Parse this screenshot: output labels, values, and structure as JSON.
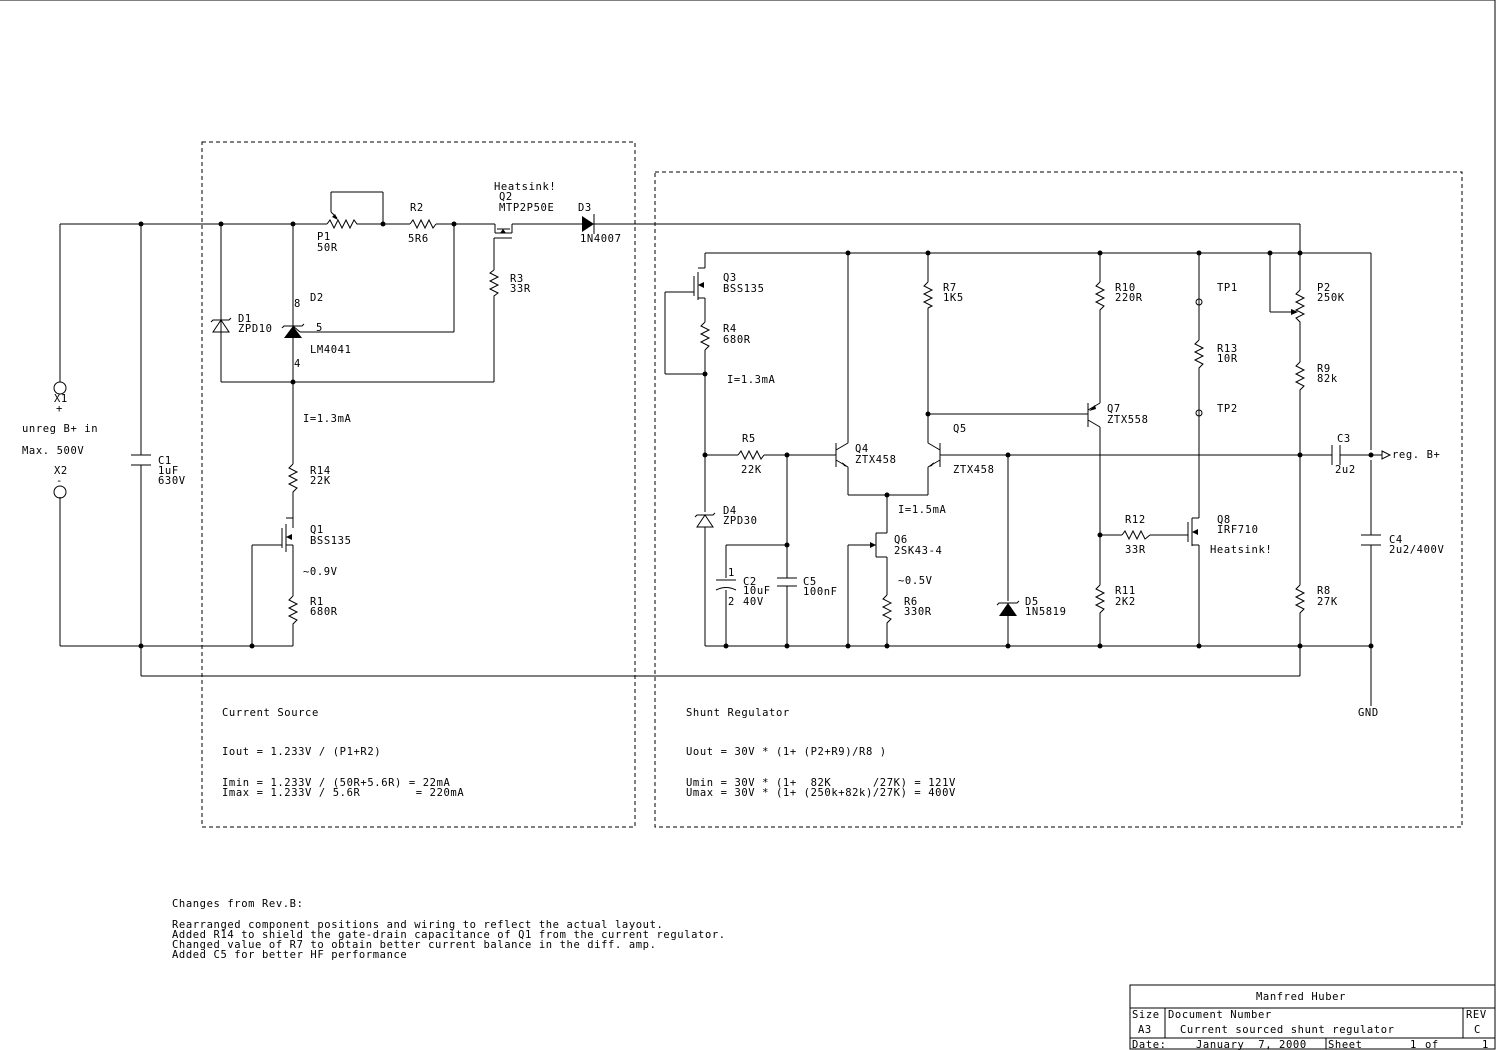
{
  "components": {
    "X1": {
      "ref": "X1",
      "pol": "+"
    },
    "X2": {
      "ref": "X2",
      "pol": "-"
    },
    "input_label": "unreg B+ in",
    "input_max": "Max. 500V",
    "C1": {
      "ref": "C1",
      "value": "1uF",
      "rating": "630V"
    },
    "D1": {
      "ref": "D1",
      "value": "ZPD10"
    },
    "P1": {
      "ref": "P1",
      "value": "50R"
    },
    "R2": {
      "ref": "R2",
      "value": "5R6"
    },
    "D2": {
      "ref": "D2",
      "value": "LM4041",
      "pin8": "8",
      "pin5": "5",
      "pin4": "4"
    },
    "heatsink_q2": "Heatsink!",
    "Q2": {
      "ref": "Q2",
      "value": "MTP2P50E"
    },
    "D3": {
      "ref": "D3",
      "value": "1N4007"
    },
    "R3": {
      "ref": "R3",
      "value": "33R"
    },
    "I_cs": "I=1.3mA",
    "R14": {
      "ref": "R14",
      "value": "22K"
    },
    "Q1": {
      "ref": "Q1",
      "value": "BSS135"
    },
    "v_q1": "~0.9V",
    "R1": {
      "ref": "R1",
      "value": "680R"
    },
    "Q3": {
      "ref": "Q3",
      "value": "BSS135"
    },
    "R4": {
      "ref": "R4",
      "value": "680R"
    },
    "I_sr": "I=1.3mA",
    "R5": {
      "ref": "R5",
      "value": "22K"
    },
    "D4": {
      "ref": "D4",
      "value": "ZPD30"
    },
    "C2": {
      "ref": "C2",
      "value": "10uF",
      "rating": "40V",
      "pin1": "1",
      "pin2": "2"
    },
    "C5": {
      "ref": "C5",
      "value": "100nF"
    },
    "R7": {
      "ref": "R7",
      "value": "1K5"
    },
    "Q4": {
      "ref": "Q4",
      "value": "ZTX458"
    },
    "Q5": {
      "ref": "Q5",
      "value": "ZTX458"
    },
    "I_diff": "I=1.5mA",
    "Q6": {
      "ref": "Q6",
      "value": "2SK43-4"
    },
    "v_q6": "~0.5V",
    "R6": {
      "ref": "R6",
      "value": "330R"
    },
    "D5": {
      "ref": "D5",
      "value": "1N5819"
    },
    "R10": {
      "ref": "R10",
      "value": "220R"
    },
    "Q7": {
      "ref": "Q7",
      "value": "ZTX558"
    },
    "R12": {
      "ref": "R12",
      "value": "33R"
    },
    "R11": {
      "ref": "R11",
      "value": "2K2"
    },
    "TP1": "TP1",
    "TP2": "TP2",
    "R13": {
      "ref": "R13",
      "value": "10R"
    },
    "Q8": {
      "ref": "Q8",
      "value": "IRF710"
    },
    "heatsink_q8": "Heatsink!",
    "P2": {
      "ref": "P2",
      "value": "250K"
    },
    "R9": {
      "ref": "R9",
      "value": "82k"
    },
    "R8": {
      "ref": "R8",
      "value": "27K"
    },
    "C3": {
      "ref": "C3",
      "value": "2u2"
    },
    "C4": {
      "ref": "C4",
      "value": "2u2/400V"
    },
    "output_label": "reg. B+",
    "gnd_label": "GND"
  },
  "notes": {
    "current_source": {
      "title": "Current Source",
      "iout": "Iout = 1.233V / (P1+R2)",
      "imin": "Imin = 1.233V / (50R+5.6R) = 22mA",
      "imax": "Imax = 1.233V / 5.6R        = 220mA"
    },
    "shunt_regulator": {
      "title": "Shunt Regulator",
      "uout": "Uout = 30V * (1+ (P2+R9)/R8 )",
      "umin": "Umin = 30V * (1+  82K      /27K) = 121V",
      "umax": "Umax = 30V * (1+ (250k+82k)/27K) = 400V"
    },
    "changes": {
      "title": "Changes from Rev.B:",
      "lines": [
        "Rearranged component positions and wiring to reflect the actual layout.",
        "Added R14 to shield the gate-drain capacitance of Q1 from the current regulator.",
        "Changed value of R7 to obtain better current balance in the diff. amp.",
        "Added C5 for better HF performance"
      ]
    }
  },
  "title_block": {
    "author": "Manfred Huber",
    "size_label": "Size",
    "size_value": "A3",
    "docnum_label": "Document Number",
    "title": "Current sourced shunt regulator",
    "rev_label": "REV",
    "rev_value": "C",
    "date_label": "Date:",
    "date_value": "January  7, 2000",
    "sheet_label": "Sheet",
    "sheet_value": "1",
    "of_label": "of",
    "of_value": "1"
  }
}
